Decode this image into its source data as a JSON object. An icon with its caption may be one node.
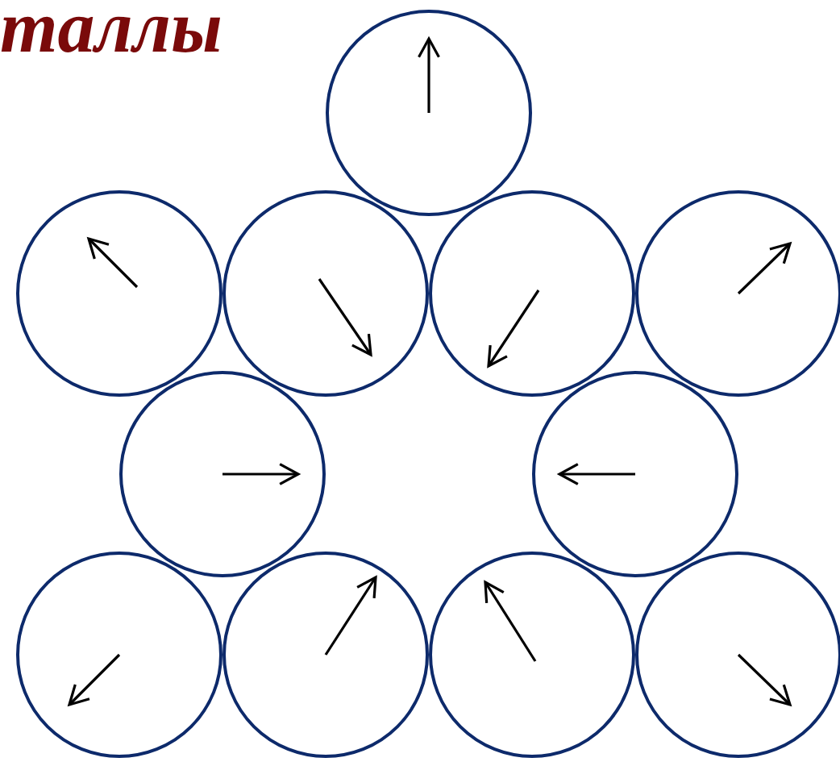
{
  "diagram": {
    "title": "таллы",
    "nodes": [
      {
        "text": [],
        "shape": "circle"
      },
      {
        "text": [],
        "shape": "circle"
      },
      {
        "text": [],
        "shape": "circle"
      },
      {
        "text": [],
        "shape": "circle"
      },
      {
        "text": [],
        "shape": "circle"
      },
      {
        "text": [],
        "shape": "circle"
      },
      {
        "text": [],
        "shape": "circle"
      },
      {
        "text": [],
        "shape": "circle"
      },
      {
        "text": [],
        "shape": "circle"
      },
      {
        "text": [],
        "shape": "circle"
      },
      {
        "text": [],
        "shape": "circle"
      }
    ]
  }
}
